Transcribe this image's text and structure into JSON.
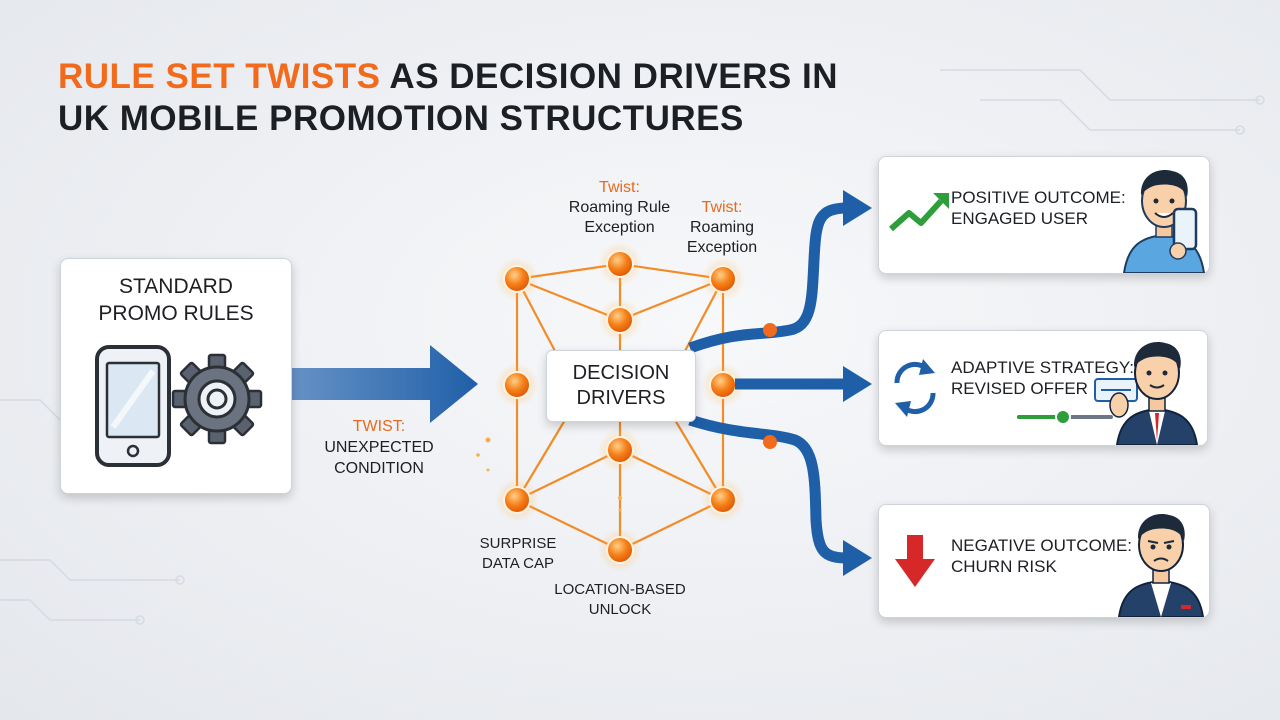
{
  "title": {
    "accent": "RULE SET TWISTS",
    "rest": " AS DECISION DRIVERS IN",
    "line2": "UK MOBILE PROMOTION STRUCTURES"
  },
  "standard": {
    "line1": "STANDARD",
    "line2": "PROMO RULES"
  },
  "decision": {
    "line1": "DECISION",
    "line2": "DRIVERS"
  },
  "twist_unexpected": {
    "tag": "TWIST:",
    "line1": "UNEXPECTED",
    "line2": "CONDITION"
  },
  "twist_roaming_rule": {
    "tag": "Twist:",
    "line1": "Roaming Rule",
    "line2": "Exception"
  },
  "twist_roaming": {
    "tag": "Twist:",
    "line1": "Roaming",
    "line2": "Exception"
  },
  "surprise": {
    "line1": "SURPRISE",
    "line2": "DATA CAP"
  },
  "location": {
    "line1": "LOCATION-BASED",
    "line2": "UNLOCK"
  },
  "outcomes": {
    "positive": {
      "line1": "POSITIVE OUTCOME:",
      "line2": "ENGAGED USER"
    },
    "adaptive": {
      "line1": "ADAPTIVE STRATEGY:",
      "line2": "REVISED OFFER"
    },
    "negative": {
      "line1": "NEGATIVE OUTCOME:",
      "line2": "CHURN RISK"
    }
  },
  "colors": {
    "accent": "#f26a1b",
    "blue": "#1f5fa8",
    "node": "#f57f17",
    "green": "#2e9e3a",
    "red": "#d62828"
  }
}
